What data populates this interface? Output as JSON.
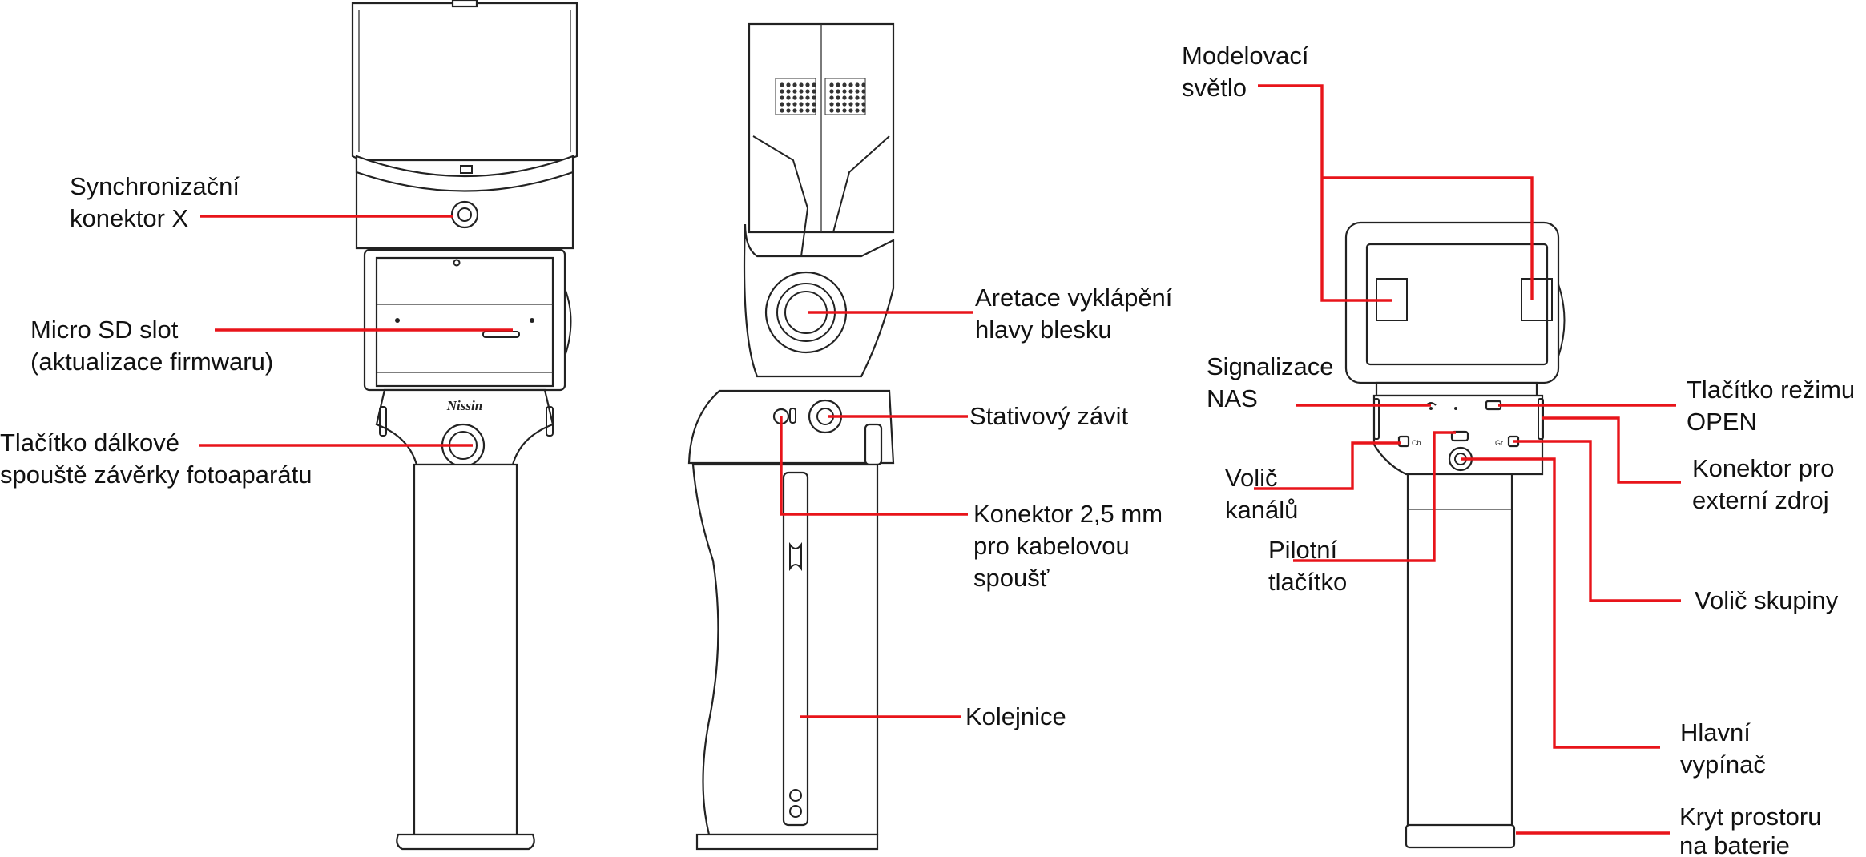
{
  "accent_color": "#e8141a",
  "labels": {
    "left": {
      "sync": [
        "Synchronizační",
        "konektor X"
      ],
      "microsd": [
        "Micro SD slot",
        "(aktualizace firmwaru)"
      ],
      "remote": [
        "Tlačítko dálkové",
        "spouště závěrky fotoaparátu"
      ]
    },
    "middle": {
      "tilt_lock": [
        "Aretace vyklápění",
        "hlavy blesku"
      ],
      "tripod": [
        "Stativový závit"
      ],
      "jack": [
        "Konektor 2,5 mm",
        "pro kabelovou",
        "spoušť"
      ],
      "rail": [
        "Kolejnice"
      ]
    },
    "right": {
      "modeling": [
        "Modelovací",
        "světlo"
      ],
      "nas": [
        "Signalizace",
        "NAS"
      ],
      "channel": [
        "Volič",
        "kanálů"
      ],
      "pilot": [
        "Pilotní",
        "tlačítko"
      ],
      "open": [
        "Tlačítko režimu",
        "OPEN"
      ],
      "ext_power": [
        "Konektor pro",
        "externí zdroj"
      ],
      "group": [
        "Volič skupiny"
      ],
      "power": [
        "Hlavní",
        "vypínač"
      ],
      "battery": [
        "Kryt prostoru",
        "na baterie"
      ]
    }
  },
  "device": {
    "brand": "Nissin",
    "ch_mark": "Ch",
    "gr_mark": "Gr"
  }
}
